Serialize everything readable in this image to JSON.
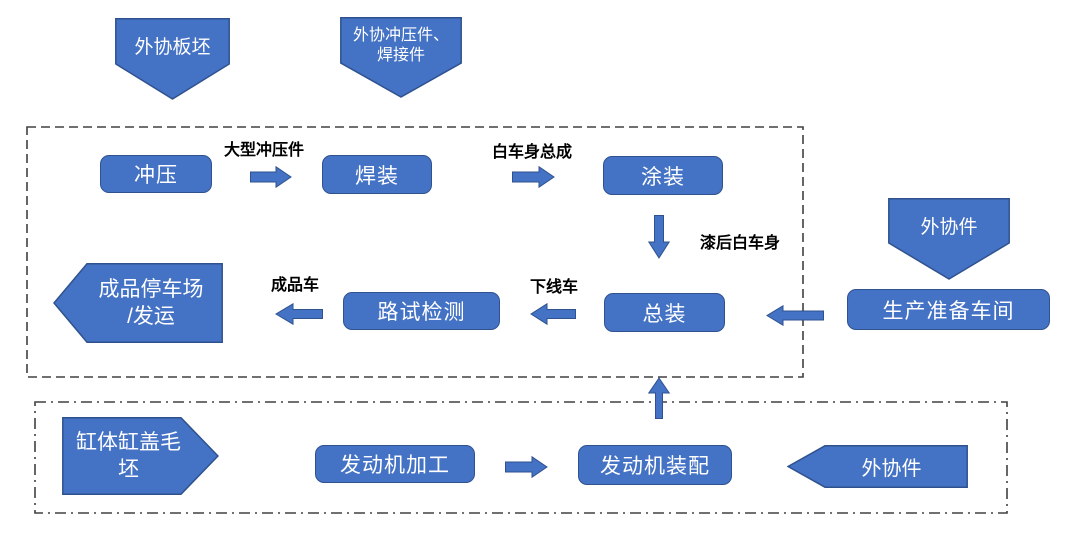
{
  "diagram_type": "flowchart",
  "colors": {
    "shape_fill": "#4472C4",
    "shape_border": "#2F528F",
    "shape_text": "#FFFFFF",
    "flow_label_text": "#000000",
    "frame_border": "#404040",
    "background": "#FFFFFF"
  },
  "external_inputs": {
    "plate_blank": "外协板坯",
    "stamp_weld_line1": "外协冲压件、",
    "stamp_weld_line2": "焊接件",
    "ext_parts_top": "外协件",
    "ext_parts_bottom": "外协件",
    "cyl_blank_line1": "缸体缸盖毛",
    "cyl_blank_line2": "坯"
  },
  "vehicle_plant": {
    "boxes": {
      "stamping": "冲压",
      "welding": "焊装",
      "painting": "涂装",
      "assembly": "总装",
      "road_test": "路试检测",
      "prep_workshop": "生产准备车间"
    },
    "flow_labels": {
      "large_stampings": "大型冲压件",
      "body_in_white": "白车身总成",
      "painted_body": "漆后白车身",
      "offline_car": "下线车",
      "finished_car": "成品车"
    }
  },
  "engine_plant": {
    "boxes": {
      "engine_machining": "发动机加工",
      "engine_assembly": "发动机装配"
    }
  },
  "output": {
    "finished_line1": "成品停车场",
    "finished_line2": "/发运"
  }
}
